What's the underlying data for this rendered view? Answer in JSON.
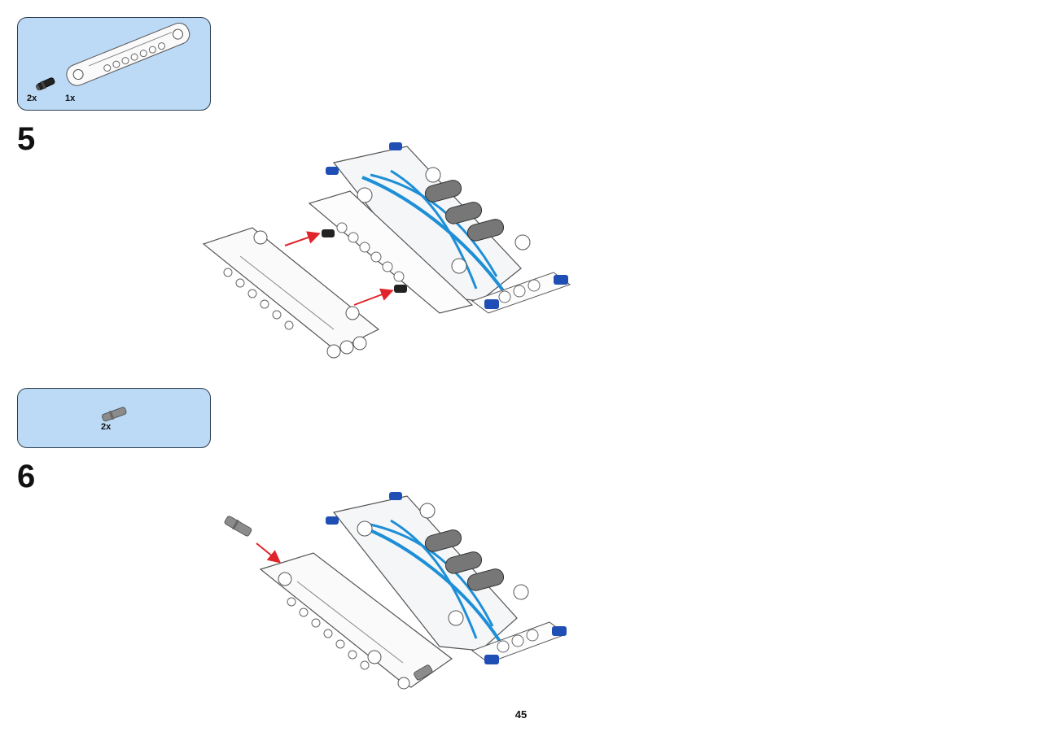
{
  "page": {
    "number": "45"
  },
  "steps": [
    {
      "number": "5",
      "parts": [
        {
          "qty": "2x",
          "icon": "black-friction-pin-icon"
        },
        {
          "qty": "1x",
          "icon": "white-panel-icon"
        }
      ]
    },
    {
      "number": "6",
      "parts": [
        {
          "qty": "2x",
          "icon": "gray-axle-pin-icon"
        }
      ]
    }
  ],
  "colors": {
    "callout_bg": "#bcd9f5",
    "callout_border": "#2c3e50",
    "arrow": "#e0242a",
    "pin_blue": "#1f4fb4",
    "stripe_blue": "#1e8fd6"
  }
}
